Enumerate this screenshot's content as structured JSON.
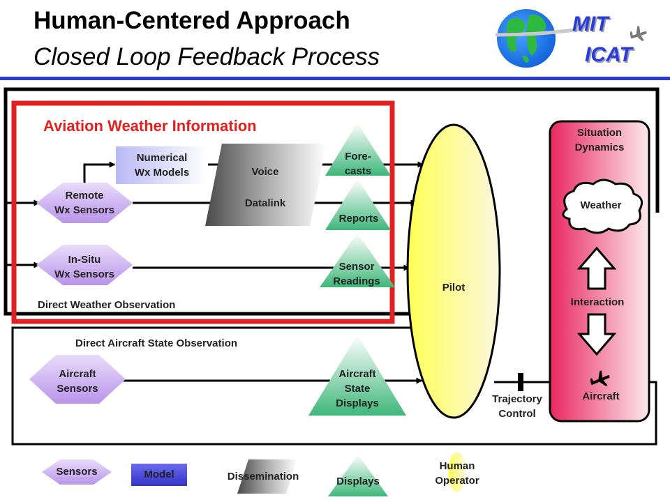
{
  "header": {
    "title": "Human-Centered Approach",
    "subtitle": "Closed Loop Feedback Process",
    "logo_text_1": "MIT",
    "logo_text_2": "ICAT"
  },
  "weather_box": {
    "title": "Aviation Weather Information"
  },
  "nodes": {
    "numerical_models": {
      "line1": "Numerical",
      "line2": "Wx Models"
    },
    "voice": "Voice",
    "datalink": "Datalink",
    "remote_sensors": {
      "line1": "Remote",
      "line2": "Wx Sensors"
    },
    "insitu_sensors": {
      "line1": "In-Situ",
      "line2": "Wx Sensors"
    },
    "forecasts": {
      "line1": "Fore-",
      "line2": "casts"
    },
    "reports": "Reports",
    "sensor_readings": {
      "line1": "Sensor",
      "line2": "Readings"
    },
    "aircraft_sensors": {
      "line1": "Aircraft",
      "line2": "Sensors"
    },
    "aircraft_state_displays": {
      "line1": "Aircraft",
      "line2": "State",
      "line3": "Displays"
    },
    "pilot": "Pilot",
    "situation_dynamics": {
      "line1": "Situation",
      "line2": "Dynamics"
    },
    "weather": "Weather",
    "interaction": "Interaction",
    "aircraft": "Aircraft",
    "trajectory_control": {
      "line1": "Trajectory",
      "line2": "Control"
    }
  },
  "labels": {
    "direct_weather_observation": "Direct Weather Observation",
    "direct_aircraft_state_observation": "Direct Aircraft State Observation"
  },
  "legend": {
    "sensors": "Sensors",
    "model": "Model",
    "dissemination": "Dissemination",
    "displays": "Displays",
    "human_operator": {
      "line1": "Human",
      "line2": "Operator"
    }
  },
  "colors": {
    "accent_red": "#e32020",
    "logo_blue": "#2b3bd8",
    "sensor_purple": "#c9a8ee",
    "model_blue": "#4a4ae0",
    "display_green": "#5fc88f",
    "pilot_yellow": "#ffff60",
    "dynamics_pink": "#ee3a6a"
  }
}
